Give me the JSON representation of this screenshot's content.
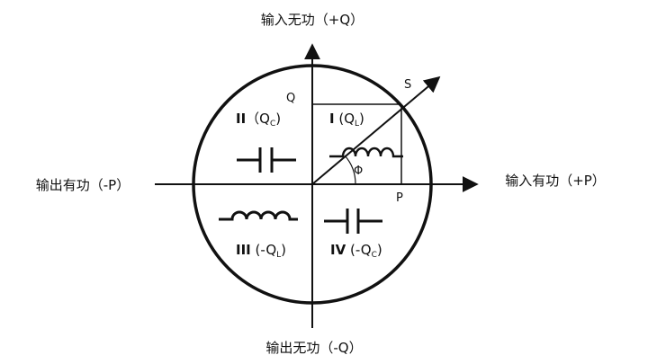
{
  "axes": {
    "top": "输入无功（+Q）",
    "bottom": "输出无功（-Q）",
    "left": "输出有功（-P）",
    "right": "输入有功（+P）"
  },
  "markers": {
    "s": "S",
    "q": "Q",
    "p": "P",
    "phi": "Φ"
  },
  "quadrants": {
    "q1": {
      "roman": "I",
      "open": " (Q",
      "sub": "L",
      "close": ")"
    },
    "q2": {
      "roman": "II",
      "open": "（Q",
      "sub": "C",
      "close": ")"
    },
    "q3": {
      "roman": "III",
      "open": " (-Q",
      "sub": "L",
      "close": ")"
    },
    "q4": {
      "roman": "IV",
      "open": " (-Q",
      "sub": "C",
      "close": ")"
    }
  },
  "symbols": {
    "q1": "inductor-icon",
    "q2": "capacitor-icon",
    "q3": "inductor-icon",
    "q4": "capacitor-icon"
  }
}
